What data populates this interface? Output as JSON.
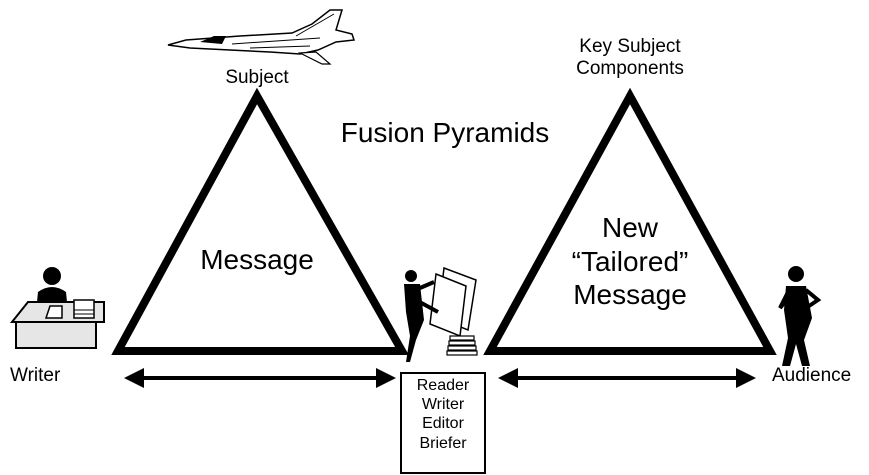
{
  "title": "Fusion Pyramids",
  "left_pyramid": {
    "apex_label": "Subject",
    "center_label": "Message"
  },
  "right_pyramid": {
    "apex_label_lines": [
      "Key Subject",
      "Components"
    ],
    "center_label_lines": [
      "New",
      "“Tailored”",
      "Message"
    ]
  },
  "left_node_label": "Writer",
  "right_node_label": "Audience",
  "center_box_lines": [
    "Reader",
    "Writer",
    "Editor",
    "Briefer"
  ],
  "icons": [
    "fighter-jet-icon",
    "writer-at-desk-icon",
    "reader-with-papers-icon",
    "thinking-person-icon"
  ],
  "colors": {
    "ink": "#000000",
    "paper": "#ffffff",
    "desk": "#e6e6e6"
  }
}
